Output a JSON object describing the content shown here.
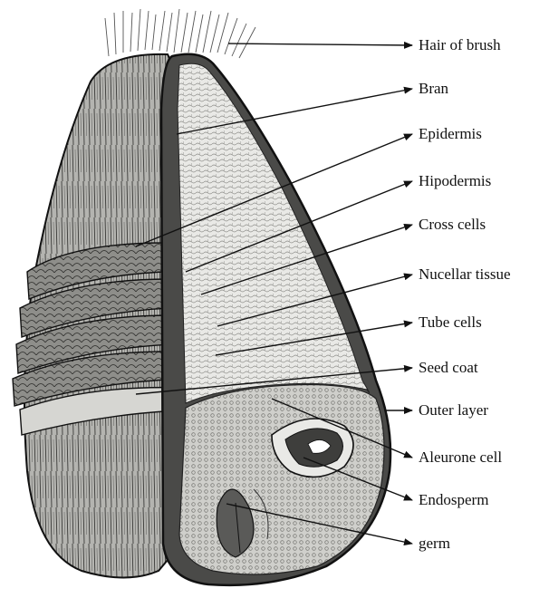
{
  "diagram": {
    "labels": [
      {
        "id": "hair",
        "text": "Hair of brush"
      },
      {
        "id": "bran",
        "text": "Bran"
      },
      {
        "id": "epidermis",
        "text": "Epidermis"
      },
      {
        "id": "hipodermis",
        "text": "Hipodermis"
      },
      {
        "id": "cross",
        "text": "Cross cells"
      },
      {
        "id": "nucellar",
        "text": "Nucellar tissue"
      },
      {
        "id": "tube",
        "text": "Tube cells"
      },
      {
        "id": "seedcoat",
        "text": "Seed coat"
      },
      {
        "id": "outer",
        "text": "Outer layer"
      },
      {
        "id": "aleurone",
        "text": "Aleurone cell"
      },
      {
        "id": "endosperm",
        "text": "Endosperm"
      },
      {
        "id": "germ",
        "text": "germ"
      }
    ],
    "colors": {
      "ink": "#111111",
      "endosperm_fill": "#e6e6e3",
      "husk_fill": "#a9a9a6",
      "layer_fill": "#5c5c5a",
      "germ_fill": "#c9c9c5"
    }
  }
}
